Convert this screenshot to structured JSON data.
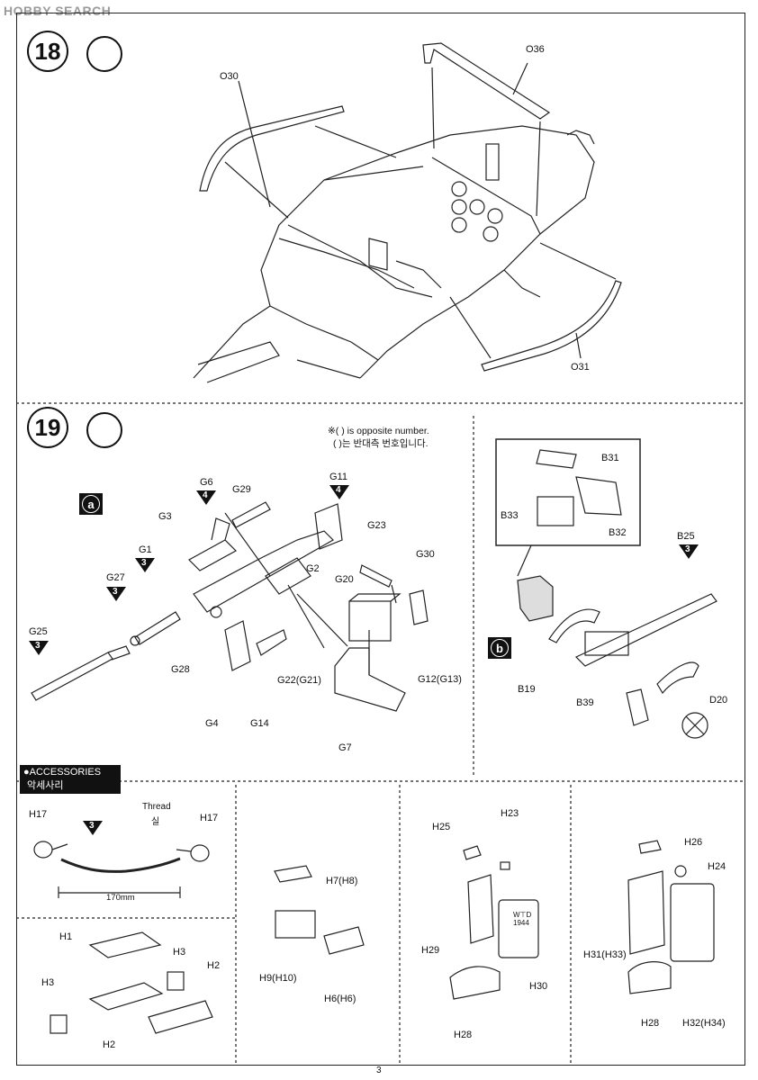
{
  "watermark": "HOBBY SEARCH",
  "page_number": "3",
  "step18": {
    "number": "18",
    "parts": {
      "o30": "O30",
      "o36": "O36",
      "o31": "O31"
    }
  },
  "step19": {
    "number": "19",
    "note_en": "※( ) is opposite number.",
    "note_kr": "( )는 반대측 번호입니다.",
    "sub_a": "a",
    "sub_b": "b",
    "parts_a": {
      "g6": "G6",
      "g29": "G29",
      "g11": "G11",
      "g3": "G3",
      "g23": "G23",
      "g1": "G1",
      "g30": "G30",
      "g2": "G2",
      "g20": "G20",
      "g27": "G27",
      "g25": "G25",
      "g28": "G28",
      "g22": "G22(G21)",
      "g12": "G12(G13)",
      "g4": "G4",
      "g14": "G14",
      "g7": "G7"
    },
    "paint_a": {
      "g6": "4",
      "g11": "4",
      "g1": "3",
      "g27": "3",
      "g25": "3"
    },
    "parts_b": {
      "b31": "B31",
      "b33": "B33",
      "b32": "B32",
      "b25": "B25",
      "b19": "B19",
      "b39": "B39",
      "d20": "D20"
    },
    "paint_b": {
      "b25": "3"
    }
  },
  "accessories": {
    "title_en": "●ACCESSORIES",
    "title_kr": "악세사리",
    "thread": "Thread",
    "thread_kr": "실",
    "length": "170mm",
    "h17a": "H17",
    "h17b": "H17",
    "paint_h17": "3",
    "h1": "H1",
    "h3a": "H3",
    "h3b": "H3",
    "h2a": "H2",
    "h2b": "H2",
    "h7": "H7(H8)",
    "h9": "H9(H10)",
    "h6": "H6(H6)",
    "h25": "H25",
    "h23": "H23",
    "h29": "H29",
    "h30": "H30",
    "h28a": "H28",
    "h26": "H26",
    "h24": "H24",
    "h31": "H31(H33)",
    "h32": "H32(H34)",
    "h28b": "H28",
    "can_marking": "W⊤D 1944"
  }
}
